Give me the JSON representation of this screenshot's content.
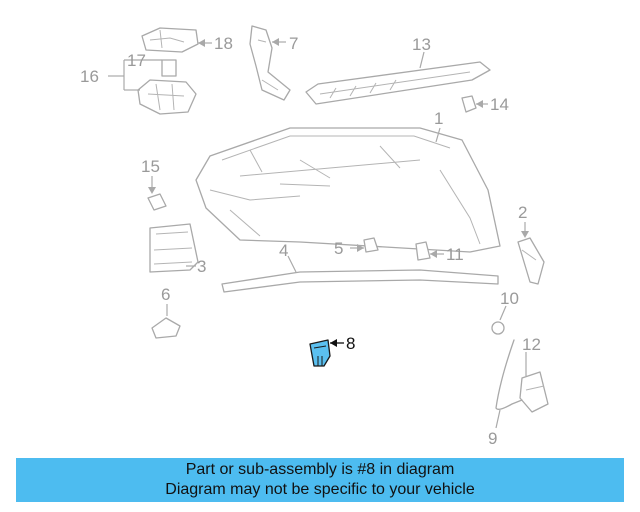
{
  "diagram": {
    "highlight_color": "#5bc0f0",
    "callouts": [
      "1",
      "2",
      "3",
      "4",
      "5",
      "6",
      "7",
      "8",
      "9",
      "10",
      "11",
      "12",
      "13",
      "14",
      "15",
      "16",
      "17",
      "18"
    ],
    "highlighted": "8"
  },
  "banner": {
    "line1": "Part or sub-assembly is #8 in diagram",
    "line2": "Diagram may not be specific to your vehicle",
    "background": "#4dbcf0"
  }
}
